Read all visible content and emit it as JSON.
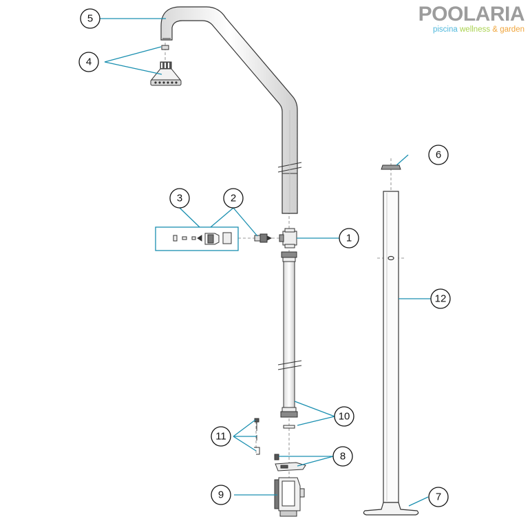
{
  "brand": {
    "name": "POOLARIA",
    "tagline_1": "piscina",
    "tagline_2": "wellness",
    "tagline_amp": "&",
    "tagline_3": "garden",
    "colors": {
      "name": "#9c9c9c",
      "piscina": "#4fb8dc",
      "wellness": "#a9d24f",
      "garden": "#f0a53c"
    }
  },
  "callouts": [
    "1",
    "2",
    "3",
    "4",
    "5",
    "6",
    "7",
    "8",
    "9",
    "10",
    "11",
    "12"
  ],
  "colors": {
    "leader": "#1a8fb0",
    "outline": "#333333",
    "centerline": "#777777"
  }
}
